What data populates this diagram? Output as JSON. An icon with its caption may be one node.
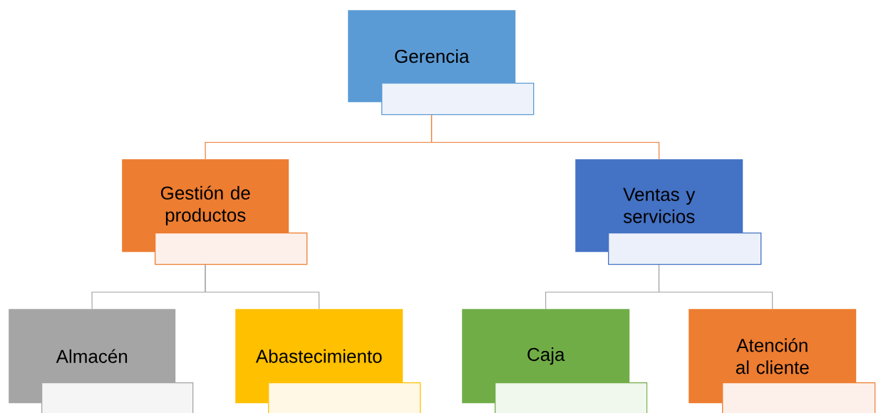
{
  "diagram": {
    "nodes": [
      {
        "text": [
          "Gerencia"
        ]
      },
      {
        "text": [
          "Gestión de productos"
        ]
      },
      {
        "text": [
          "Ventas y servicios"
        ]
      },
      {
        "text": [
          "Almacén"
        ]
      },
      {
        "text": [
          "Abastecimiento"
        ]
      },
      {
        "text": [
          "Caja"
        ]
      },
      {
        "text": [
          "Atención al cliente"
        ]
      },
      {
        "text": [],
        "shape": "box"
      },
      {
        "text": [],
        "shape": "box"
      },
      {
        "text": [],
        "shape": "box"
      },
      {
        "text": [],
        "shape": "box"
      },
      {
        "text": [],
        "shape": "box"
      },
      {
        "text": [],
        "shape": "box"
      },
      {
        "text": [],
        "shape": "box"
      }
    ],
    "edges": [
      {
        "from": 7,
        "to": 1,
        "arrow": "none",
        "color": "#ed7d31"
      },
      {
        "from": 7,
        "to": 2,
        "arrow": "none",
        "color": "#ed7d31"
      },
      {
        "from": 8,
        "to": 3,
        "arrow": "none"
      },
      {
        "from": 8,
        "to": 4,
        "arrow": "none"
      },
      {
        "from": 9,
        "to": 5,
        "arrow": "none"
      },
      {
        "from": 9,
        "to": 6,
        "arrow": "none"
      }
    ]
  }
}
